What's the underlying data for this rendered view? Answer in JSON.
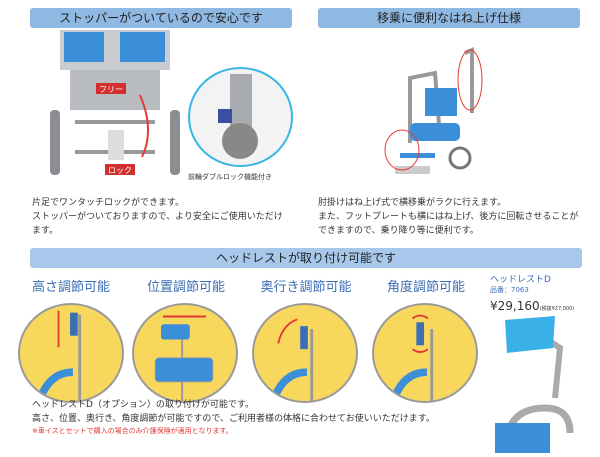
{
  "sections": {
    "stopper": {
      "title": "ストッパーがついているので安心です",
      "label_free": "フリー",
      "label_lock": "ロック",
      "caption": "前輪ダブルロック機能付き",
      "desc_lines": [
        "片足でワンタッチロックができます。",
        "ストッパーがついておりますので、より安全にご使用いただけ",
        "ます。"
      ]
    },
    "flip_up": {
      "title": "移乗に便利なはね上げ仕様",
      "desc_lines": [
        "肘掛けはね上げ式で横移乗がラクに行えます。",
        "また、フットプレートも横にはね上げ、後方に回転させることが",
        "できますので、乗り降り等に便利です。"
      ]
    },
    "headrest": {
      "title": "ヘッドレストが取り付け可能です",
      "features": [
        "高さ調節可能",
        "位置調節可能",
        "奥行き調節可能",
        "角度調節可能"
      ],
      "product": {
        "name": "ヘッドレストD",
        "item_no": "品番：7063",
        "price": "¥29,160",
        "price_note": "(税抜¥27,000)"
      },
      "desc_lines": [
        "ヘッドレストD（オプション）の取り付けが可能です。",
        "高さ、位置、奥行き、角度調節が可能ですので、ご利用者様の体格に合わせてお使いいただけます。"
      ],
      "note": "※車イスとセットで購入の場合のみ介護保険が適用となります。"
    }
  },
  "colors": {
    "banner": "#8fb8e2",
    "feature_text": "#3a6db5",
    "circle": "#f7d85c",
    "accent_red": "#e53935",
    "seat_blue": "#3b8fd9"
  }
}
